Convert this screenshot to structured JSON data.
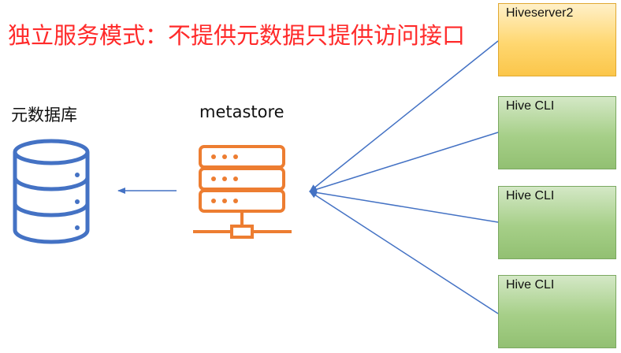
{
  "title": "独立服务模式：不提供元数据只提供访问接口",
  "database": {
    "label": "元数据库",
    "icon": "database-icon",
    "color": "#4472c4"
  },
  "metastore": {
    "label": "metastore",
    "icon": "server-rack-icon",
    "color": "#ed7d31"
  },
  "clients": [
    {
      "label": "Hiveserver2",
      "color": "#ffd770"
    },
    {
      "label": "Hive CLI",
      "color": "#a6cf88"
    },
    {
      "label": "Hive CLI",
      "color": "#a6cf88"
    },
    {
      "label": "Hive CLI",
      "color": "#a6cf88"
    }
  ],
  "connector_color": "#4472c4",
  "title_color": "#ff2a2a"
}
